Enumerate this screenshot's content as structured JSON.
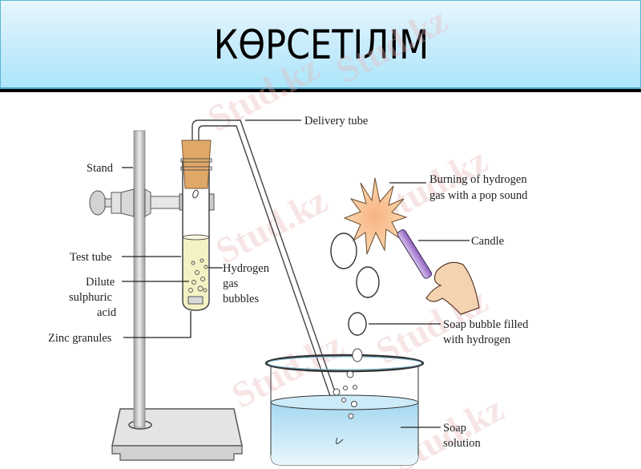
{
  "slide": {
    "title": "КӨРСЕТІЛІМ",
    "header_colors": {
      "top": "#e8f6fd",
      "bottom": "#ade6fb",
      "border": "#5bb6d3"
    }
  },
  "diagram": {
    "labels": {
      "stand": "Stand",
      "delivery_tube": "Delivery tube",
      "test_tube": "Test tube",
      "dilute_acid_1": "Dilute",
      "dilute_acid_2": "sulphuric",
      "dilute_acid_3": "acid",
      "zinc": "Zinc granules",
      "hydrogen_1": "Hydrogen",
      "hydrogen_2": "gas",
      "hydrogen_3": "bubbles",
      "burning_1": "Burning of hydrogen",
      "burning_2": "gas with a pop sound",
      "candle": "Candle",
      "soap_bubble_1": "Soap bubble filled",
      "soap_bubble_2": "with hydrogen",
      "soap_solution_1": "Soap",
      "soap_solution_2": "solution"
    },
    "colors": {
      "cork": "#e0a867",
      "acid": "#f4f1c4",
      "explosion": "#f9c796",
      "candle": "#b892d6",
      "water": "#bfe5f6",
      "skin": "#f6d3b0",
      "stand": "#cfd1d3"
    }
  },
  "watermark": {
    "text": "Stud.kz"
  }
}
